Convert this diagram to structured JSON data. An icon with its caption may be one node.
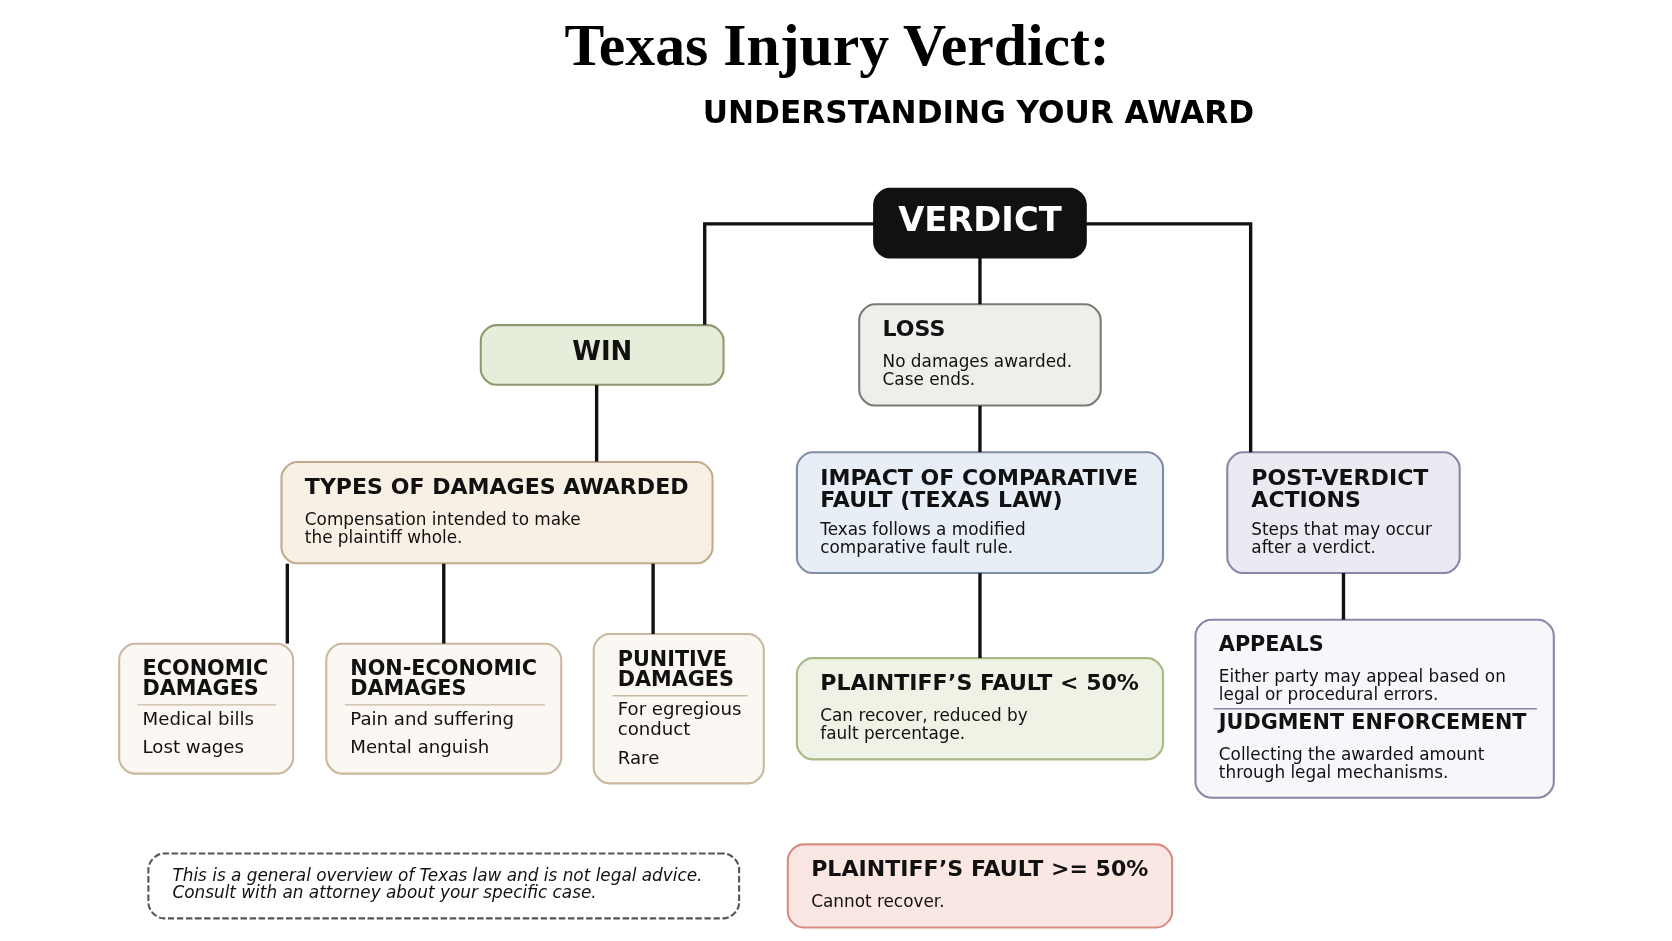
{
  "diagram": {
    "title": "Texas Injury Verdict:",
    "nodes": [
      {
        "text": [
          "VERDICT"
        ]
      },
      {
        "text": [
          "WIN"
        ]
      },
      {
        "text": [
          "LOSS",
          "No damages awarded. Case ends."
        ]
      },
      {
        "text": [
          "TYPES OF DAMAGES AWARDED",
          "Compensation intended to make the plaintiff whole."
        ]
      },
      {
        "text": [
          "ECONOMIC DAMAGES",
          "Medical bills",
          "Lost wages"
        ]
      },
      {
        "text": [
          "NON-ECONOMIC DAMAGES",
          "Pain and suffering",
          "Mental anguish"
        ]
      },
      {
        "text": [
          "PUNITIVE DAMAGES",
          "For egregious conduct",
          "Rare"
        ]
      },
      {
        "text": [
          "IMPACT OF COMPARATIVE FAULT (TEXAS LAW)",
          "Texas follows a modified comparative fault rule."
        ]
      },
      {
        "text": [
          "PLAINTIFF’S FAULT < 50%",
          "Can recover, reduced by fault percentage."
        ]
      },
      {
        "text": [
          "PLAINTIFF’S FAULT >= 50%",
          "Cannot recover."
        ]
      },
      {
        "text": [
          "POST-VERDICT ACTIONS",
          "Steps that may occur after a verdict."
        ]
      },
      {
        "text": [
          "APPEALS",
          "Either party may appeal based on legal or procedural errors.",
          "JUDGMENT ENFORCEMENT",
          "Collecting the awarded amount through legal mechanisms."
        ]
      },
      {
        "text": [
          "This is a general overview of Texas law and is not legal advice. Consult with an attorney about your specific case."
        ]
      }
    ],
    "edges": [
      {
        "from": 0,
        "to": 1,
        "arrow": "none"
      },
      {
        "from": 0,
        "to": 2,
        "arrow": "none"
      },
      {
        "from": 0,
        "to": 10,
        "arrow": "none"
      },
      {
        "from": 1,
        "to": 3,
        "arrow": "none"
      },
      {
        "from": 3,
        "to": 4,
        "arrow": "none"
      },
      {
        "from": 3,
        "to": 5,
        "arrow": "none"
      },
      {
        "from": 3,
        "to": 6,
        "arrow": "none"
      },
      {
        "from": 2,
        "to": 7,
        "arrow": "none"
      },
      {
        "from": 7,
        "to": 8,
        "arrow": "none"
      },
      {
        "from": 10,
        "to": 11,
        "arrow": "none"
      }
    ],
    "labels": [
      "UNDERSTANDING YOUR AWARD"
    ]
  }
}
